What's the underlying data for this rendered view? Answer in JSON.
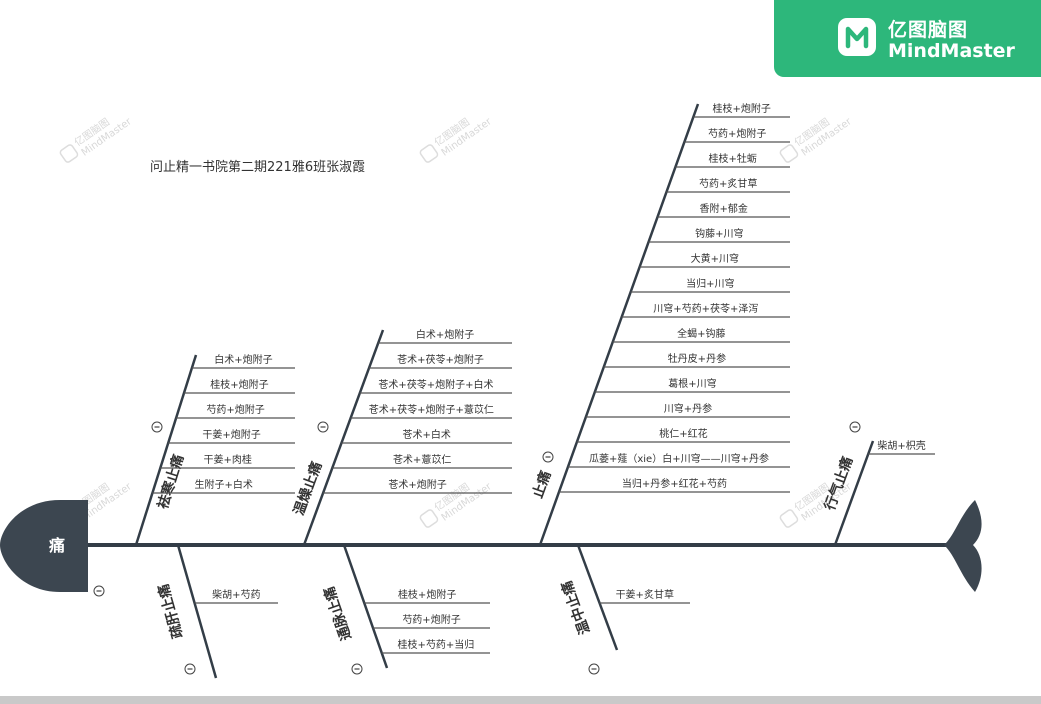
{
  "brand": {
    "name_cn": "亿图脑图",
    "name_en": "MindMaster",
    "icon": "mindmaster-logo-icon",
    "color": "#2db77b"
  },
  "watermark": {
    "text_cn": "亿图脑图",
    "text_en": "MindMaster"
  },
  "title": "问止精一书院第二期221雅6班张淑霞",
  "head_label": "痛",
  "colors": {
    "spine": "#333d47",
    "head": "#3c4650",
    "line": "#555555"
  },
  "branches": [
    {
      "name": "袪寒止痛",
      "items": [
        "白术+炮附子",
        "桂枝+炮附子",
        "芍药+炮附子",
        "干姜+炮附子",
        "干姜+肉桂",
        "生附子+白术"
      ]
    },
    {
      "name": "疏肝止痛",
      "items": [
        "柴胡+芍药"
      ]
    },
    {
      "name": "温燥止痛",
      "items": [
        "白术+炮附子",
        "苍术+茯苓+炮附子",
        "苍术+茯苓+炮附子+白术",
        "苍术+茯苓+炮附子+薏苡仁",
        "苍术+白术",
        "苍术+薏苡仁",
        "苍术+炮附子"
      ]
    },
    {
      "name": "通脉止痛",
      "items": [
        "桂枝+炮附子",
        "芍药+炮附子",
        "桂枝+芍药+当归"
      ]
    },
    {
      "name": "止痛",
      "items": [
        "桂枝+炮附子",
        "芍药+炮附子",
        "桂枝+牡蛎",
        "芍药+炙甘草",
        "香附+郁金",
        "钩藤+川穹",
        "大黄+川穹",
        "当归+川穹",
        "川穹+芍药+茯苓+泽泻",
        "全蝎+钩藤",
        "牡丹皮+丹参",
        "葛根+川穹",
        "川穹+丹参",
        "桃仁+红花",
        "瓜蒌+薤（xie）白+川穹——川穹+丹参",
        "当归+丹参+红花+芍药"
      ]
    },
    {
      "name": "温中止痛",
      "items": [
        "干姜+炙甘草"
      ]
    },
    {
      "name": "行气止痛",
      "items": [
        "柴胡+枳壳"
      ]
    }
  ]
}
